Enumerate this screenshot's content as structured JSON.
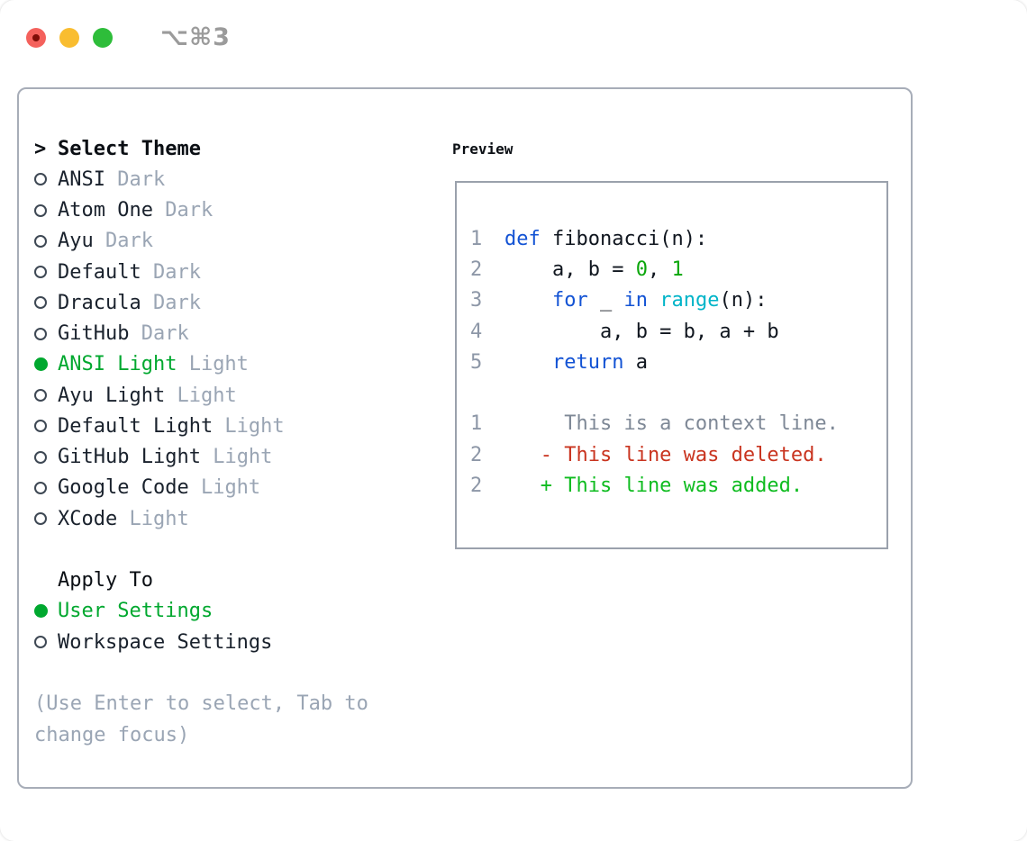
{
  "titlebar": {
    "title": "⌥⌘3",
    "buttons": [
      {
        "name": "close",
        "color": "#f4615c",
        "inner_dot": "#7f0e08"
      },
      {
        "name": "minimize",
        "color": "#f9bd30"
      },
      {
        "name": "zoom",
        "color": "#2ebd3a"
      }
    ]
  },
  "sidebar": {
    "cursor": ">",
    "title": "Select Theme",
    "themes": [
      {
        "name": "ANSI",
        "variant": "Dark",
        "selected": false
      },
      {
        "name": "Atom One",
        "variant": "Dark",
        "selected": false
      },
      {
        "name": "Ayu",
        "variant": "Dark",
        "selected": false
      },
      {
        "name": "Default",
        "variant": "Dark",
        "selected": false
      },
      {
        "name": "Dracula",
        "variant": "Dark",
        "selected": false
      },
      {
        "name": "GitHub",
        "variant": "Dark",
        "selected": false
      },
      {
        "name": "ANSI Light",
        "variant": "Light",
        "selected": true
      },
      {
        "name": "Ayu Light",
        "variant": "Light",
        "selected": false
      },
      {
        "name": "Default Light",
        "variant": "Light",
        "selected": false
      },
      {
        "name": "GitHub Light",
        "variant": "Light",
        "selected": false
      },
      {
        "name": "Google Code",
        "variant": "Light",
        "selected": false
      },
      {
        "name": "XCode",
        "variant": "Light",
        "selected": false
      }
    ],
    "apply_to": {
      "title": "Apply To",
      "options": [
        {
          "name": "User Settings",
          "selected": true
        },
        {
          "name": "Workspace Settings",
          "selected": false
        }
      ]
    },
    "hints": [
      "(Use Enter to select, Tab to",
      "change focus)"
    ]
  },
  "preview": {
    "title": "Preview",
    "code_lines": [
      {
        "num": "1",
        "tokens": [
          [
            "def",
            "keyword"
          ],
          [
            " fibonacci(n):",
            "plain"
          ]
        ]
      },
      {
        "num": "2",
        "tokens": [
          [
            "    a, b = ",
            "plain"
          ],
          [
            "0",
            "number"
          ],
          [
            ", ",
            "plain"
          ],
          [
            "1",
            "number"
          ]
        ]
      },
      {
        "num": "3",
        "tokens": [
          [
            "    ",
            "plain"
          ],
          [
            "for",
            "keyword"
          ],
          [
            " _ ",
            "plain"
          ],
          [
            "in",
            "keyword"
          ],
          [
            " ",
            "plain"
          ],
          [
            "range",
            "builtin"
          ],
          [
            "(n):",
            "plain"
          ]
        ]
      },
      {
        "num": "4",
        "tokens": [
          [
            "        a, b = b, a + b",
            "plain"
          ]
        ]
      },
      {
        "num": "5",
        "tokens": [
          [
            "    ",
            "plain"
          ],
          [
            "return",
            "keyword"
          ],
          [
            " a",
            "plain"
          ]
        ]
      }
    ],
    "diff_lines": [
      {
        "num": "1",
        "tokens": [
          [
            "     This is a context line.",
            "context"
          ]
        ]
      },
      {
        "num": "2",
        "tokens": [
          [
            "   - This line was deleted.",
            "deleted"
          ]
        ]
      },
      {
        "num": "2",
        "tokens": [
          [
            "   + This line was added.",
            "added"
          ]
        ]
      }
    ]
  },
  "colors": {
    "keyword": "#1353d4",
    "builtin": "#00b4c8",
    "number": "#0ba60b",
    "plain": "#10161f",
    "context": "#7e8896",
    "deleted": "#c9341f",
    "added": "#0fbc20",
    "gutter": "#8d97a7",
    "selection_green": "#00a82f",
    "muted": "#9aa5b4",
    "item_text": "#19212c",
    "radio_ring": "#3e4854",
    "window_border": "#a7adb8",
    "preview_border": "#9aa1ac",
    "titlebar_title": "#9b9b9b",
    "tl_red": "#f4615c",
    "tl_red_dot": "#7f0e08",
    "tl_yellow": "#f9bd30",
    "tl_green": "#2ebd3a"
  }
}
